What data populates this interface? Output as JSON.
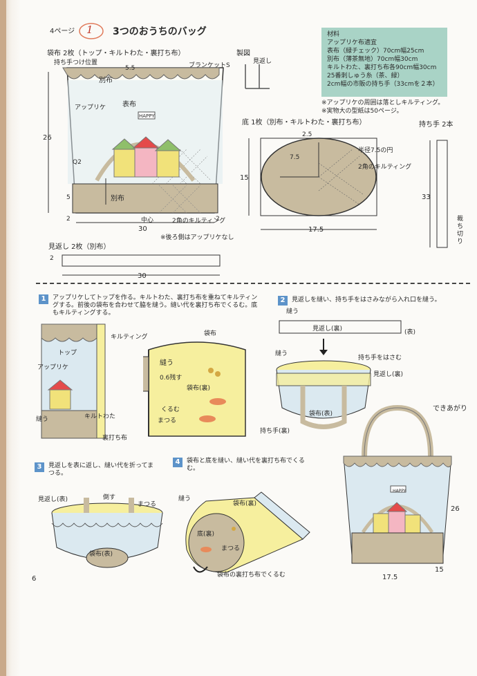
{
  "header": {
    "page_ref": "4ページ",
    "number": "1",
    "title": "3つのおうちのバッグ"
  },
  "materials": {
    "heading": "材料",
    "lines": [
      "アップリケ布適宜",
      "表布（緑チェック）70cm幅25cm",
      "別布（薄茶無地）70cm幅30cm",
      "キルトわた、裏打ち布各90cm幅30cm",
      "25番刺しゅう糸（茶、緑）",
      "2cm幅の市販の持ち手（33cmを２本）"
    ]
  },
  "notes": [
    "※アップリケの周囲は落としキルティング。",
    "※実物大の型紙は50ページ。"
  ],
  "bag_body": {
    "title": "袋布 2枚（トップ・キルトわた・裏打ち布）",
    "handle_pos": "持ち手つけ位置",
    "dim_top": "5.5",
    "blanket": "ブランケットS",
    "betsu_top": "別布",
    "applique": "アップリケ",
    "omote": "表布",
    "happy": "HAPPY",
    "q": "Q2",
    "betsu_bottom": "別布",
    "height": "26",
    "dim_5": "5",
    "dim_2a": "2",
    "dim_2b": "2",
    "center": "中心",
    "width": "30",
    "quilting": "2角のキルティング",
    "back_note": "※後ろ側はアップリケなし"
  },
  "sewing": {
    "title": "製図",
    "mikaeshi": "見返し"
  },
  "bottom": {
    "title": "底 1枚（別布・キルトわた・裏打ち布）",
    "d25": "2.5",
    "d75": "7.5",
    "radius": "半径7.5の円",
    "quilting": "2角のキルティング",
    "height": "15",
    "width": "17.5"
  },
  "handle": {
    "title": "持ち手 2本",
    "length": "33",
    "cut": "裁ち切り"
  },
  "facing": {
    "title": "見返し 2枚（別布）",
    "h": "2",
    "w": "30"
  },
  "step1": {
    "num": "1",
    "text": "アップリケしてトップを作る。キルトわた、裏打ち布を重ねてキルティングする。前後の袋布を合わせて脇を縫う。縫い代を裏打ち布でくるむ。底もキルティングする。",
    "quilting": "キルティング",
    "top": "トップ",
    "applique": "アップリケ",
    "nuu": "縫う",
    "wata": "キルトわた",
    "uraate": "裏打ち布",
    "fukuro": "袋布",
    "nuu2": "縫う",
    "leave": "0.6残す",
    "fukuro_ura": "袋布(裏)",
    "kurumu": "くるむ",
    "matsuru": "まつる"
  },
  "step2": {
    "num": "2",
    "text": "見返しを縫い、持ち手をはさみながら入れ口を縫う。",
    "nuu": "縫う",
    "mikaeshi_ura": "見返し(裏)",
    "omote": "(表)",
    "nuu2": "縫う",
    "hasamu": "持ち手をはさむ",
    "mikaeshi_ura2": "見返し(裏)",
    "fukuro_omote": "袋布(表)",
    "handle_ura": "持ち手(裏)"
  },
  "finished": {
    "label": "できあがり",
    "happy": "HAPPY",
    "height": "26",
    "depth": "15",
    "width": "17.5"
  },
  "step3": {
    "num": "3",
    "text": "見返しを表に返し、縫い代を折ってまつる。",
    "mikaeshi": "見返し(表)",
    "taosu": "倒す",
    "matsuru": "まつる",
    "fukuro": "袋布(表)"
  },
  "step4": {
    "num": "4",
    "text": "袋布と底を縫い、縫い代を裏打ち布でくるむ。",
    "nuu": "縫う",
    "fukuro_ura": "袋布(裏)",
    "soko_ura": "底(裏)",
    "matsuru": "まつる",
    "kurumu": "袋布の裏打ち布でくるむ"
  },
  "page_number": "6",
  "colors": {
    "step_badge": "#5d93c9",
    "materials_bg": "#a9d3c6",
    "beige": "#c8bb9f",
    "yellow": "#f6ef9e",
    "check": "#cfe0ea"
  }
}
